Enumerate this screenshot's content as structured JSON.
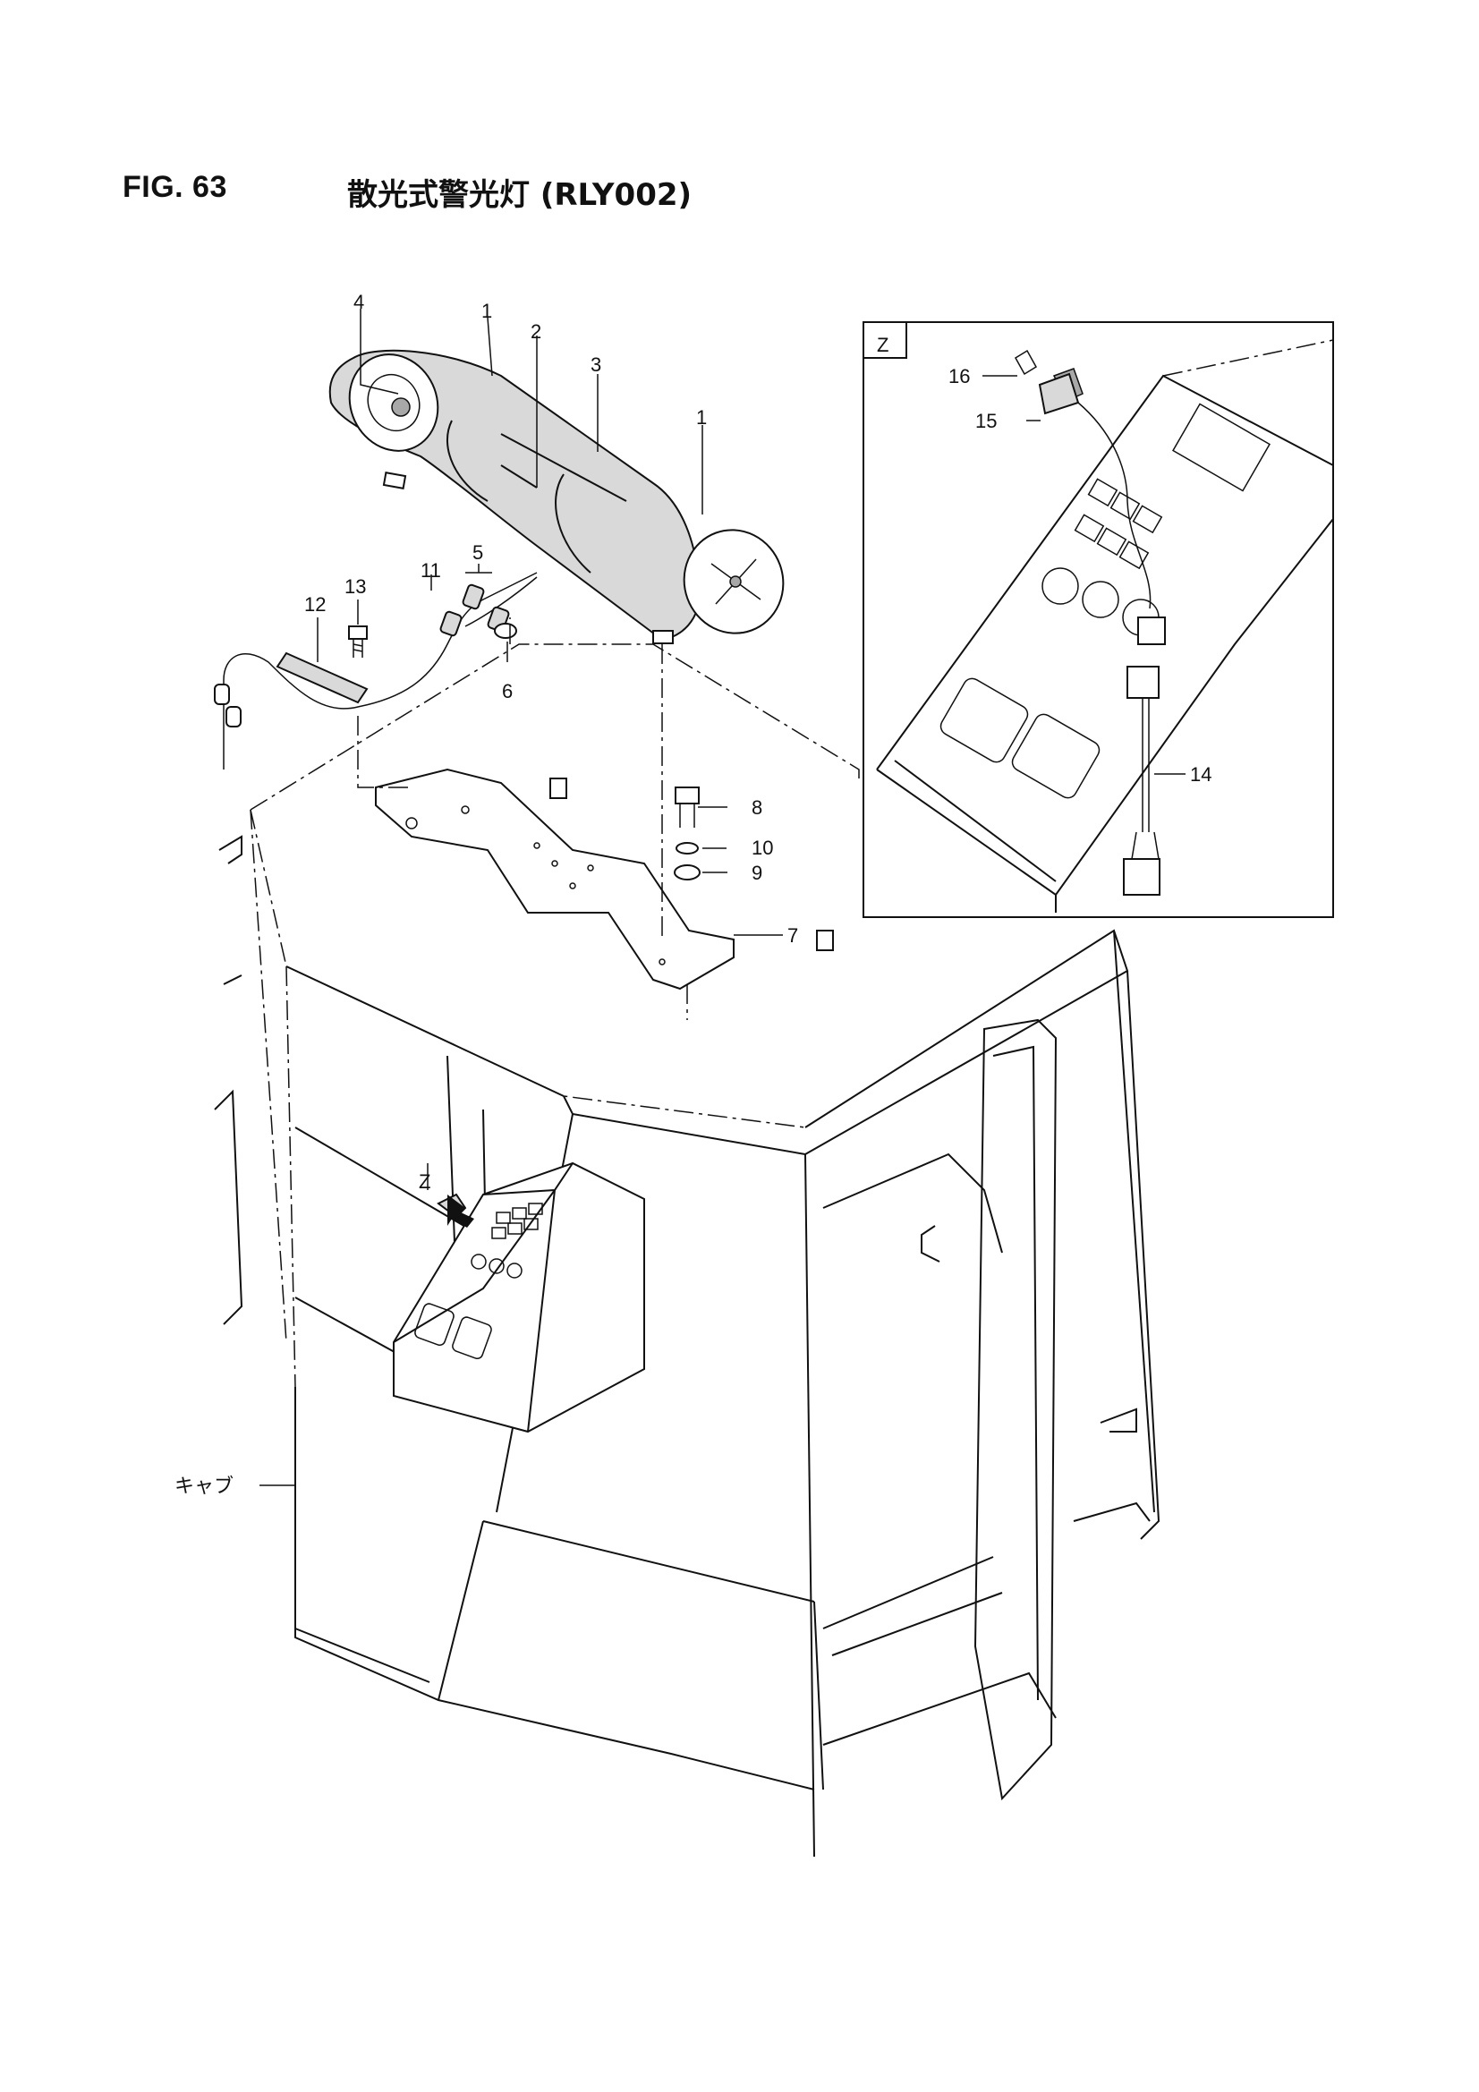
{
  "header": {
    "figure_number": "FIG. 63",
    "figure_caption": "散光式警光灯 (RLY002)"
  },
  "detail_view": {
    "label": "Z"
  },
  "view_arrow": {
    "label": "Z"
  },
  "cab_label": "キャブ",
  "callouts": [
    "1",
    "1",
    "2",
    "3",
    "4",
    "5",
    "6",
    "7",
    "8",
    "9",
    "10",
    "11",
    "12",
    "13",
    "14",
    "15",
    "16"
  ]
}
